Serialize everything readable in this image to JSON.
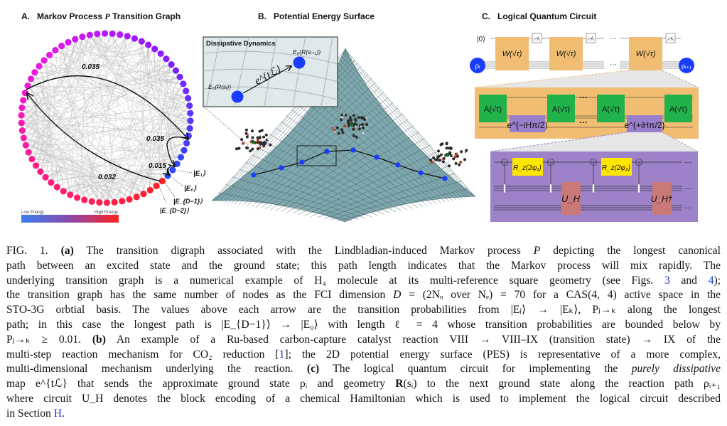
{
  "panel_a": {
    "title_prefix": "A.",
    "title_main": "Markov Process ",
    "title_var": "P",
    "title_suffix": " Transition Graph",
    "node_count": 70,
    "edge_labels": [
      "0.035",
      "0.035",
      "0.015",
      "0.032"
    ],
    "state_labels": [
      "|E₁⟩",
      "|E₀⟩",
      "|E_{D−1}⟩",
      "|E_{D−2}⟩"
    ],
    "colorbar": {
      "low": "Low Energy",
      "high": "High Energy",
      "low_color": "#3a7ef0",
      "high_color": "#ff2020"
    }
  },
  "panel_b": {
    "title_prefix": "B.",
    "title": "Potential Energy Surface",
    "inset_title": "Dissipative Dynamics",
    "inset_start": "E₀(R(sᵢ))",
    "inset_end": "E₀(R(sᵢ₊₁))",
    "inset_operator": "e^{tℒ}",
    "surface_color": "#7fa8ae",
    "path_color": "#1a3cff"
  },
  "panel_c": {
    "title_prefix": "C.",
    "title": "Logical Quantum Circuit",
    "ket0": "|0⟩",
    "w_gate": "W(√τ)",
    "rho_in": "ρᵢ",
    "rho_out": "ρᵢ₊₁",
    "ellipsis": "···",
    "a_gate": "A(√τ)",
    "exp_minus": "e^{−iHπ/2}",
    "exp_plus": "e^{+iHπ/2}",
    "rz1": "R_z(2φ₁)",
    "rz2": "R_z(2φ₂)",
    "uh": "U_H",
    "uh_dag": "U_H†",
    "colors": {
      "w_box": "#f0bd72",
      "a_box": "#22b24c",
      "exp_box": "#9a80cc",
      "block": "#9d82c9",
      "rz_box": "#ffe600",
      "uh_box": "#c97a78",
      "rho": "#1a3cff"
    }
  },
  "caption": {
    "lines": [
      [
        {
          "t": "FIG. 1. "
        },
        {
          "t": "(a)",
          "s": "b"
        },
        {
          "t": " The transition digraph associated with the Lindbladian-induced Markov process "
        },
        {
          "t": "P",
          "s": "i"
        },
        {
          "t": " depicting the longest canonical"
        }
      ],
      [
        {
          "t": "path between an excited state and the ground state; this path length indicates that the Markov process will mix rapidly. The"
        }
      ],
      [
        {
          "t": "underlying transition graph is a numerical example of H₄ molecule at its multi-reference square geometry (see Figs. "
        },
        {
          "t": "3",
          "s": "lk"
        },
        {
          "t": " and "
        },
        {
          "t": "4",
          "s": "lk"
        },
        {
          "t": ");"
        }
      ],
      [
        {
          "t": "the transition graph has the same number of nodes as the FCI dimension "
        },
        {
          "t": "D",
          "s": "i"
        },
        {
          "t": " = (2Nₒ over Nₑ) = 70 for a CAS(4, 4) active space in the"
        }
      ],
      [
        {
          "t": "STO-3G orbtial basis. The values above each arrow are the transition probabilities from |Eⱼ⟩ → |Eₖ⟩, Pⱼ→ₖ along the longest"
        }
      ],
      [
        {
          "t": "path; in this case the longest path is |E_{D−1}⟩ → |E₀⟩ with length ℓ = 4 whose transition probabilities are bounded below by"
        }
      ],
      [
        {
          "t": "Pⱼ→ₖ ≥ 0.01. "
        },
        {
          "t": "(b)",
          "s": "b"
        },
        {
          "t": " An example of a Ru-based carbon-capture catalyst reaction VIII → VIII–IX (transition state) → IX of the"
        }
      ],
      [
        {
          "t": "multi-step reaction mechanism for CO₂ reduction ["
        },
        {
          "t": "1",
          "s": "lk"
        },
        {
          "t": "]; the 2D potential energy surface (PES) is representative of a more complex,"
        }
      ],
      [
        {
          "t": "multi-dimensional mechanism underlying the reaction. "
        },
        {
          "t": "(c)",
          "s": "b"
        },
        {
          "t": " The logical quantum circuit for implementing the "
        },
        {
          "t": "purely dissipative",
          "s": "i"
        }
      ],
      [
        {
          "t": "map e^{tℒ} that sends the approximate ground state ρᵢ and geometry "
        },
        {
          "t": "R",
          "s": "b"
        },
        {
          "t": "(sᵢ) to the next ground state along the reaction path ρᵢ₊₁"
        }
      ],
      [
        {
          "t": "where circuit U_H denotes the block encoding of a chemical Hamiltonian which is used to implement the logical circuit described"
        }
      ],
      [
        {
          "t": "in Section "
        },
        {
          "t": "H",
          "s": "lk"
        },
        {
          "t": "."
        }
      ]
    ]
  }
}
